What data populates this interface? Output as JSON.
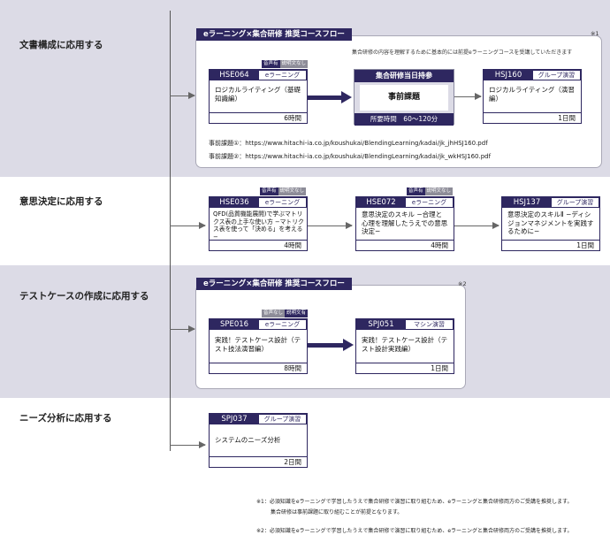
{
  "sections": [
    {
      "label": "文書構成に応用する"
    },
    {
      "label": "意思決定に応用する"
    },
    {
      "label": "テストケースの作成に応用する"
    },
    {
      "label": "ニーズ分析に応用する"
    }
  ],
  "flow1": {
    "title": "eラーニング×集合研修 推奨コースフロー",
    "mark": "※1",
    "note": "集合研修の内容を理解するために基本的には前提eラーニングコースを受講していただきます",
    "course_a": {
      "tag1": "音声有",
      "tag2": "説明文なし",
      "code": "HSE064",
      "type": "eラーニング",
      "name": "ロジカルライティング（基礎知識編）",
      "duration": "6時間"
    },
    "middle": {
      "header": "集合研修当日持参",
      "body": "事前課題",
      "footer": "所要時間　60〜120分"
    },
    "course_b": {
      "code": "HSJ160",
      "type": "グループ演習",
      "name": "ロジカルライティング（演習編）",
      "duration": "1日間"
    },
    "link1": "事前課題①：https://www.hitachi-ia.co.jp/koushukai/BlendingLearning/kadai/jk_jhHSJ160.pdf",
    "link2": "事前課題②：https://www.hitachi-ia.co.jp/koushukai/BlendingLearning/kadai/jk_wkHSJ160.pdf"
  },
  "row2": {
    "c1": {
      "tag1": "音声有",
      "tag2": "説明文なし",
      "code": "HSE036",
      "type": "eラーニング",
      "name": "QFD(品質機能展開)で学ぶマトリクス表の上手な使い方 −マトリクス表を使って「決める」を考える−",
      "duration": "4時間"
    },
    "c2": {
      "tag1": "音声有",
      "tag2": "説明文なし",
      "code": "HSE072",
      "type": "eラーニング",
      "name": "意思決定のスキル −合理と心理を理解したうえでの意思決定−",
      "duration": "4時間"
    },
    "c3": {
      "code": "HSJ137",
      "type": "グループ演習",
      "name": "意思決定のスキルⅡ −ディシジョンマネジメントを実践するために−",
      "duration": "1日間"
    }
  },
  "flow2": {
    "title": "eラーニング×集合研修 推奨コースフロー",
    "mark": "※2",
    "course_a": {
      "tag1": "音声なし",
      "tag2": "説明文有",
      "code": "SPE016",
      "type": "eラーニング",
      "name": "実践！テストケース設計（テスト技法演習編）",
      "duration": "8時間"
    },
    "course_b": {
      "code": "SPJ051",
      "type": "マシン演習",
      "name": "実践！テストケース設計（テスト設計実践編）",
      "duration": "1日間"
    }
  },
  "row4": {
    "c1": {
      "code": "SPJ037",
      "type": "グループ演習",
      "name": "システムのニーズ分析",
      "duration": "2日間"
    }
  },
  "footnotes": {
    "n1a": "※1：必須知識をeラーニングで学習したうえで集合研修で演習に取り組むため、eラーニングと集合研修両方のご受講を推奨します。",
    "n1b": "集合研修は事前課題に取り組むことが前提となります。",
    "n2": "※2：必須知識をeラーニングで学習したうえで集合研修で演習に取り組むため、eラーニングと集合研修両方のご受講を推奨します。"
  },
  "colors": {
    "accent": "#2e2760",
    "band": "#dcdbe6",
    "line": "#666666"
  }
}
